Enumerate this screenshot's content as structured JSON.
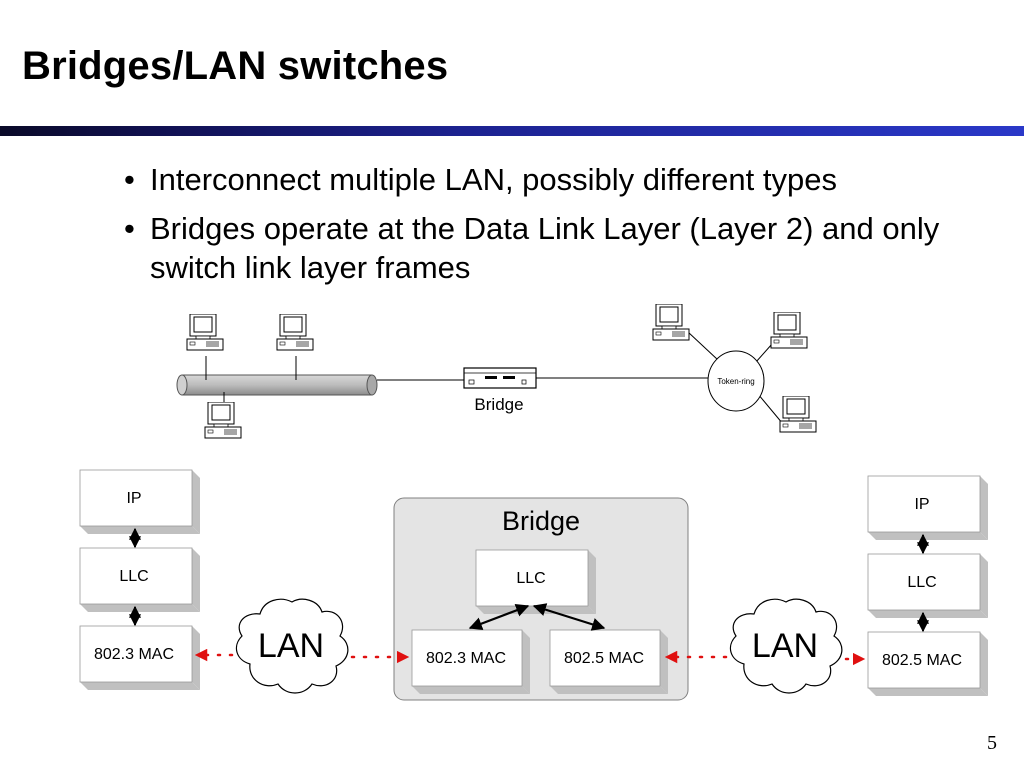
{
  "slide": {
    "title": "Bridges/LAN switches",
    "page_number": "5"
  },
  "bullets": [
    "Interconnect multiple LAN, possibly different types",
    "Bridges operate at the Data Link Layer (Layer 2) and only switch link layer frames"
  ],
  "topology": {
    "bridge_label": "Bridge",
    "token_ring_label": "Token-ring"
  },
  "stack": {
    "bridge_title": "Bridge",
    "left": {
      "ip": "IP",
      "llc": "LLC",
      "mac": "802.3 MAC"
    },
    "middle": {
      "llc": "LLC",
      "mac_left": "802.3 MAC",
      "mac_right": "802.5 MAC"
    },
    "right": {
      "ip": "IP",
      "llc": "LLC",
      "mac": "802.5 MAC"
    },
    "lan_left": "LAN",
    "lan_right": "LAN"
  },
  "colors": {
    "rule_dark": "#0a0a28",
    "rule_light": "#2a38c8",
    "frame_flow": "#e01010",
    "box_shadow": "#c0c0c0",
    "bridge_panel": "#e4e4e4"
  }
}
